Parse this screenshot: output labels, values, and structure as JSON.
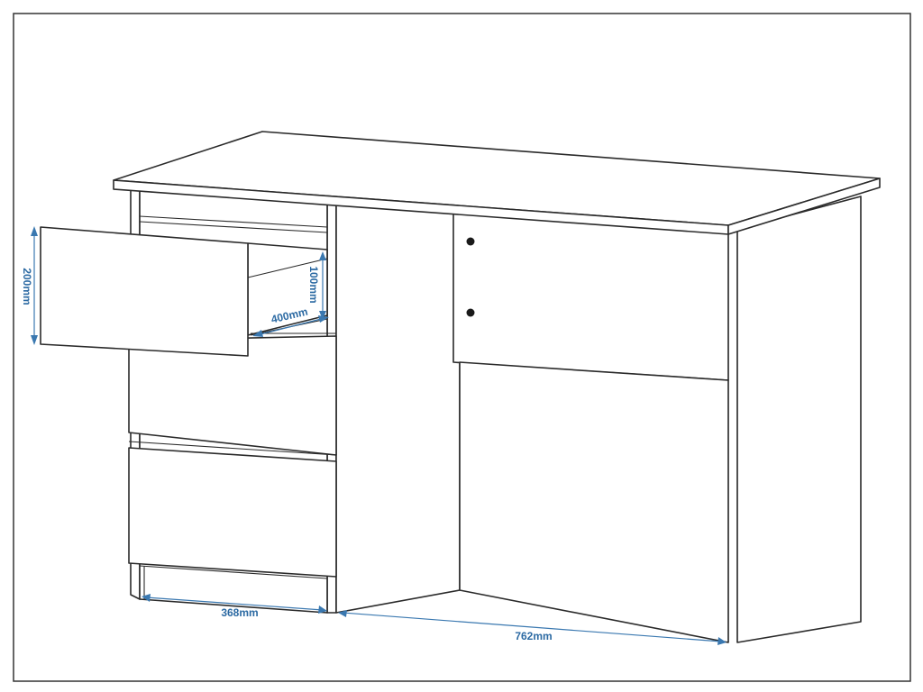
{
  "diagram": {
    "subject": "desk-with-drawers",
    "colors": {
      "outline": "#2a2a2a",
      "dimension": "#3a78b0",
      "dimension_text": "#2c6aa3",
      "background": "#ffffff"
    },
    "dimensions": {
      "drawer_front_height": "200mm",
      "drawer_inner_height": "100mm",
      "drawer_depth": "400mm",
      "drawer_unit_width": "368mm",
      "leg_space_width": "762mm"
    }
  }
}
